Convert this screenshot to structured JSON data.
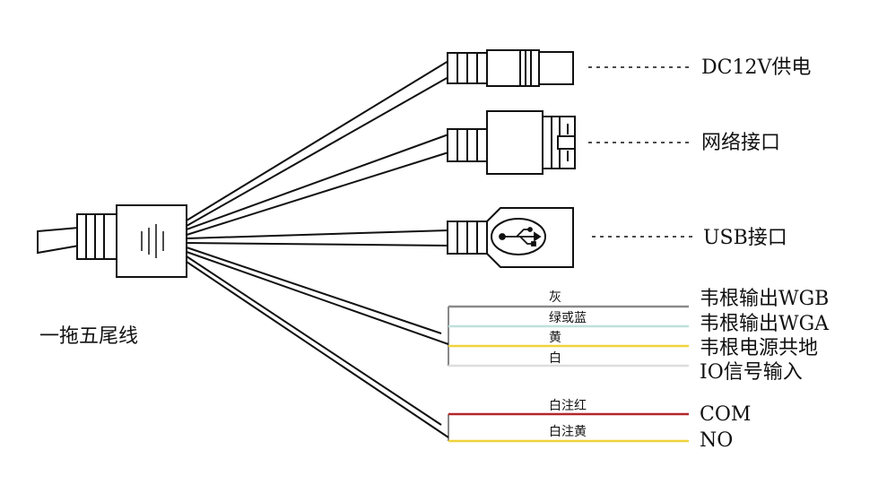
{
  "diagram": {
    "main_label": "一拖五尾线",
    "connector_labels": {
      "dc": "DC12V供电",
      "network": "网络接口",
      "usb": "USB接口"
    },
    "wires": [
      {
        "color_name": "灰",
        "function": "韦根输出WGB",
        "color": "#8a8a8a"
      },
      {
        "color_name": "绿或蓝",
        "function": "韦根输出WGA",
        "color": "#bfe0dc"
      },
      {
        "color_name": "黄",
        "function": "韦根电源共地",
        "color": "#f0d23c"
      },
      {
        "color_name": "白",
        "function": "IO信号输入",
        "color": "#dddddd"
      },
      {
        "color_name": "白注红",
        "function": "COM",
        "color": "#b3262b"
      },
      {
        "color_name": "白注黄",
        "function": "NO",
        "color": "#efd23a"
      }
    ]
  }
}
